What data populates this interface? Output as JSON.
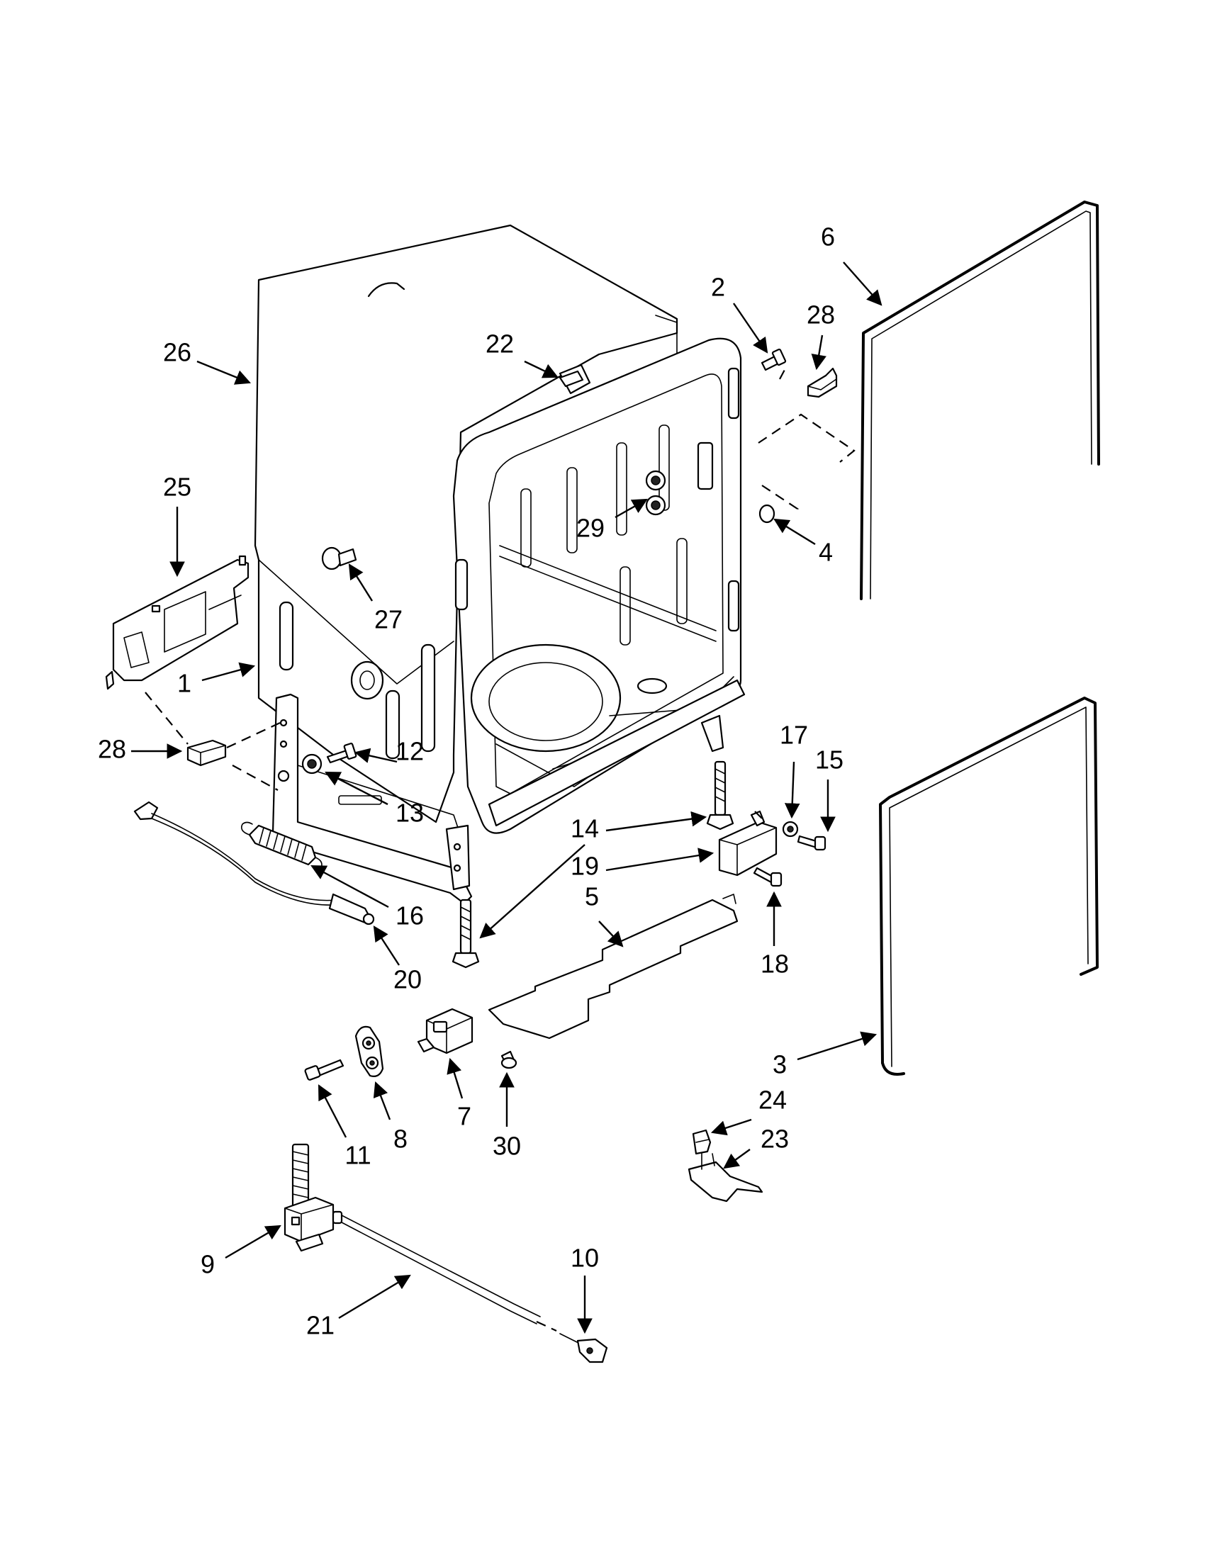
{
  "colors": {
    "line": "#000000",
    "background": "#ffffff",
    "fill": "#ffffff",
    "shade": "#222222"
  },
  "callouts": [
    {
      "id": "c26",
      "label": "26"
    },
    {
      "id": "c22",
      "label": "22"
    },
    {
      "id": "c2",
      "label": "2"
    },
    {
      "id": "c6",
      "label": "6"
    },
    {
      "id": "c28a",
      "label": "28"
    },
    {
      "id": "c25",
      "label": "25"
    },
    {
      "id": "c29",
      "label": "29"
    },
    {
      "id": "c4",
      "label": "4"
    },
    {
      "id": "c27",
      "label": "27"
    },
    {
      "id": "c1",
      "label": "1"
    },
    {
      "id": "c28b",
      "label": "28"
    },
    {
      "id": "c12",
      "label": "12"
    },
    {
      "id": "c13",
      "label": "13"
    },
    {
      "id": "c17",
      "label": "17"
    },
    {
      "id": "c15",
      "label": "15"
    },
    {
      "id": "c14",
      "label": "14"
    },
    {
      "id": "c19",
      "label": "19"
    },
    {
      "id": "c16",
      "label": "16"
    },
    {
      "id": "c5",
      "label": "5"
    },
    {
      "id": "c20",
      "label": "20"
    },
    {
      "id": "c18",
      "label": "18"
    },
    {
      "id": "c3",
      "label": "3"
    },
    {
      "id": "c7",
      "label": "7"
    },
    {
      "id": "c30",
      "label": "30"
    },
    {
      "id": "c11",
      "label": "11"
    },
    {
      "id": "c8",
      "label": "8"
    },
    {
      "id": "c24",
      "label": "24"
    },
    {
      "id": "c23",
      "label": "23"
    },
    {
      "id": "c10",
      "label": "10"
    },
    {
      "id": "c9",
      "label": "9"
    },
    {
      "id": "c21",
      "label": "21"
    }
  ]
}
